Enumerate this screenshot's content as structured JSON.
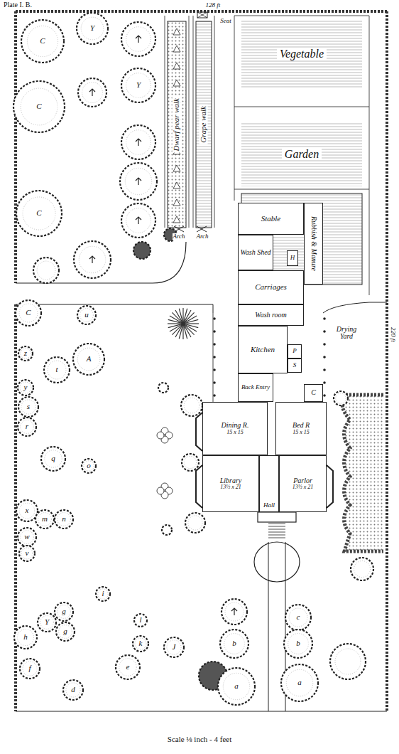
{
  "diagram": {
    "title": "Plate I. B.",
    "caption": "Scale ⅛ inch - 4 feet",
    "nodes": [
      {
        "text": [
          "Dwarf pear walk"
        ]
      },
      {
        "text": [
          "Grape walk"
        ]
      },
      {
        "text": [
          "Vegetable"
        ]
      },
      {
        "text": [
          "Garden"
        ]
      },
      {
        "text": [
          "Stable"
        ]
      },
      {
        "text": [
          "Wash Shed"
        ]
      },
      {
        "text": [
          "H"
        ]
      },
      {
        "text": [
          "Rubbish & Manure"
        ]
      },
      {
        "text": [
          "Carriages"
        ]
      },
      {
        "text": [
          "Wash room"
        ]
      },
      {
        "text": [
          "Kitchen"
        ]
      },
      {
        "text": [
          "P"
        ]
      },
      {
        "text": [
          "S"
        ]
      },
      {
        "text": [
          "Back Entry"
        ]
      },
      {
        "text": [
          "C"
        ]
      },
      {
        "text": [
          "Dining R.",
          "15 x 15"
        ]
      },
      {
        "text": [
          "Bed R",
          "15 x 15"
        ]
      },
      {
        "text": [
          "Library",
          "13½ x 21"
        ]
      },
      {
        "text": [
          "Hall"
        ]
      },
      {
        "text": [
          "Parlor",
          "13½ x 21"
        ]
      }
    ],
    "labels": [
      "128 ft",
      "Seat",
      "Arch",
      "Arch",
      "220 ft",
      "Drying Yard",
      "C",
      "Y",
      "Y",
      "C",
      "C",
      "C",
      "u",
      "A",
      "z",
      "t",
      "y",
      "s",
      "r",
      "q",
      "o",
      "x",
      "m",
      "n",
      "w",
      "v",
      "i",
      "g",
      "Y",
      "g",
      "h",
      "l",
      "k",
      "J",
      "f",
      "e",
      "d",
      "c",
      "b",
      "b",
      "a",
      "a"
    ]
  }
}
